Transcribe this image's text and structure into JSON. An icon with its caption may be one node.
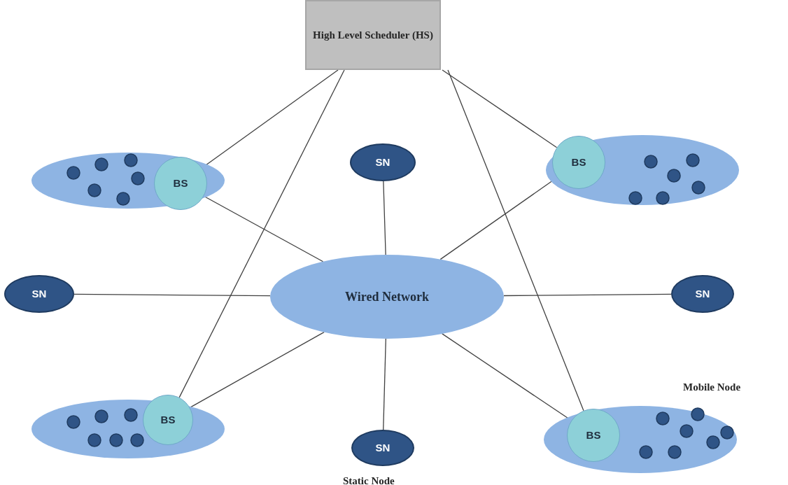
{
  "diagram": {
    "nodes": [
      {
        "text": [
          "High Level Scheduler (HS)"
        ]
      },
      {
        "text": [],
        "shape": "ellipse"
      },
      {
        "text": [
          "BS"
        ],
        "in": 1
      },
      {
        "text": [
          "SN"
        ]
      },
      {
        "text": [],
        "shape": "ellipse"
      },
      {
        "text": [
          "BS"
        ],
        "in": 4
      },
      {
        "text": [
          "SN"
        ]
      },
      {
        "text": [
          "Wired Network"
        ]
      },
      {
        "text": [
          "SN"
        ]
      },
      {
        "text": [],
        "shape": "ellipse"
      },
      {
        "text": [
          "BS"
        ],
        "in": 9
      },
      {
        "text": [],
        "shape": "ellipse",
        "beside": [
          "Mobile Node"
        ]
      },
      {
        "text": [
          "BS"
        ],
        "in": 11
      },
      {
        "text": [
          "SN"
        ],
        "beside": [
          "Static Node"
        ]
      }
    ],
    "edges": [
      {
        "from": 0,
        "to": 2,
        "arrow": "none"
      },
      {
        "from": 0,
        "to": 10,
        "arrow": "none"
      },
      {
        "from": 0,
        "to": 5,
        "arrow": "none"
      },
      {
        "from": 0,
        "to": 12,
        "arrow": "none"
      },
      {
        "from": 7,
        "to": 2,
        "arrow": "none"
      },
      {
        "from": 7,
        "to": 3,
        "arrow": "none"
      },
      {
        "from": 7,
        "to": 5,
        "arrow": "none"
      },
      {
        "from": 7,
        "to": 6,
        "arrow": "none"
      },
      {
        "from": 7,
        "to": 8,
        "arrow": "none"
      },
      {
        "from": 7,
        "to": 10,
        "arrow": "none"
      },
      {
        "from": 7,
        "to": 13,
        "arrow": "none"
      },
      {
        "from": 7,
        "to": 12,
        "arrow": "none"
      }
    ]
  }
}
